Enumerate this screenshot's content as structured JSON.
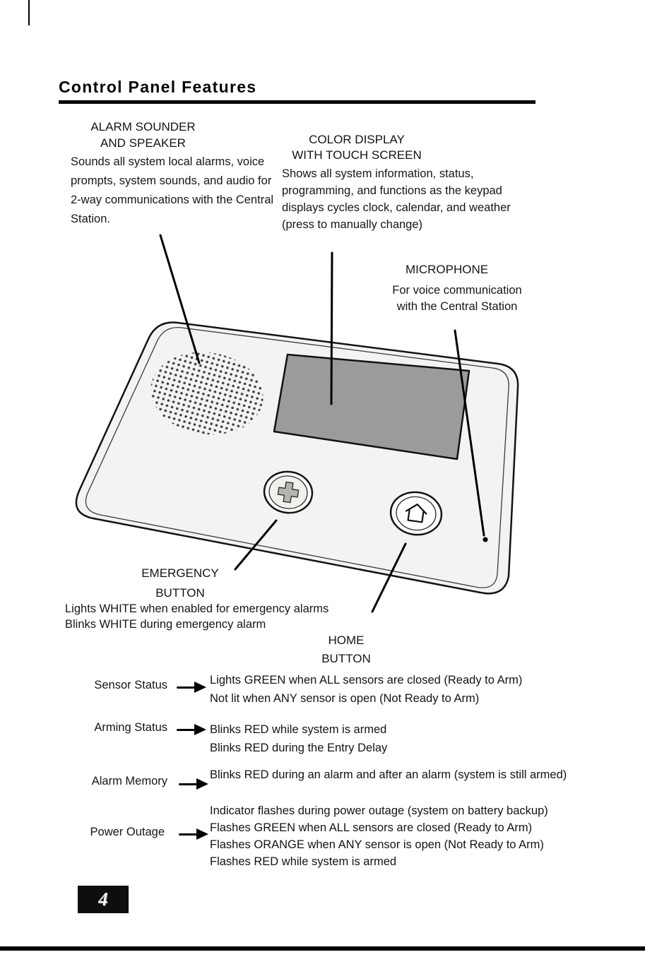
{
  "page": {
    "title": "Control Panel Features",
    "page_number": "4"
  },
  "callouts": {
    "alarm_sounder": {
      "heading_line1": "ALARM SOUNDER",
      "heading_line2": "AND SPEAKER",
      "body": "Sounds all system local alarms, voice prompts, system sounds, and audio for 2-way communications with the Central Station."
    },
    "color_display": {
      "heading_line1": "COLOR DISPLAY",
      "heading_line2": "WITH TOUCH SCREEN",
      "body": "Shows all system information, status, programming, and functions as the keypad displays cycles clock, calendar, and weather (press to manually change)"
    },
    "microphone": {
      "heading": "MICROPHONE",
      "body_line1": "For voice communication",
      "body_line2": "with the Central Station"
    },
    "emergency_button": {
      "heading_line1": "EMERGENCY",
      "heading_line2": "BUTTON",
      "body_line1": "Lights WHITE when enabled for emergency alarms",
      "body_line2": "Blinks WHITE during emergency alarm"
    },
    "home_button": {
      "heading_line1": "HOME",
      "heading_line2": "BUTTON"
    }
  },
  "status_indicators": {
    "rows": [
      {
        "label": "Sensor Status",
        "lines": [
          "Lights GREEN when ALL sensors are closed (Ready to Arm)",
          "Not lit when ANY sensor is open (Not Ready to Arm)"
        ]
      },
      {
        "label": "Arming Status",
        "lines": [
          "Blinks RED while system is armed",
          "Blinks RED during the Entry Delay"
        ]
      },
      {
        "label": "Alarm Memory",
        "lines": [
          "Blinks RED during an alarm and after an alarm (system is still armed)"
        ]
      },
      {
        "label": "Power Outage",
        "lines": [
          "Indicator flashes during power outage (system on battery backup)",
          "Flashes GREEN when ALL sensors are closed (Ready to Arm)",
          "Flashes ORANGE when ANY sensor is open (Not Ready to Arm)",
          "Flashes RED while system is armed"
        ]
      }
    ]
  },
  "icons": {
    "status_arrow": "right-arrow",
    "emergency_button_glyph": "plus-cross",
    "home_button_glyph": "house"
  },
  "colors": {
    "text": "#1a1a1a",
    "rule": "#000000",
    "panel_fill": "#f3f3f1",
    "screen_fill": "#9b9b9b",
    "page_number_box": "#0e0e0e"
  }
}
